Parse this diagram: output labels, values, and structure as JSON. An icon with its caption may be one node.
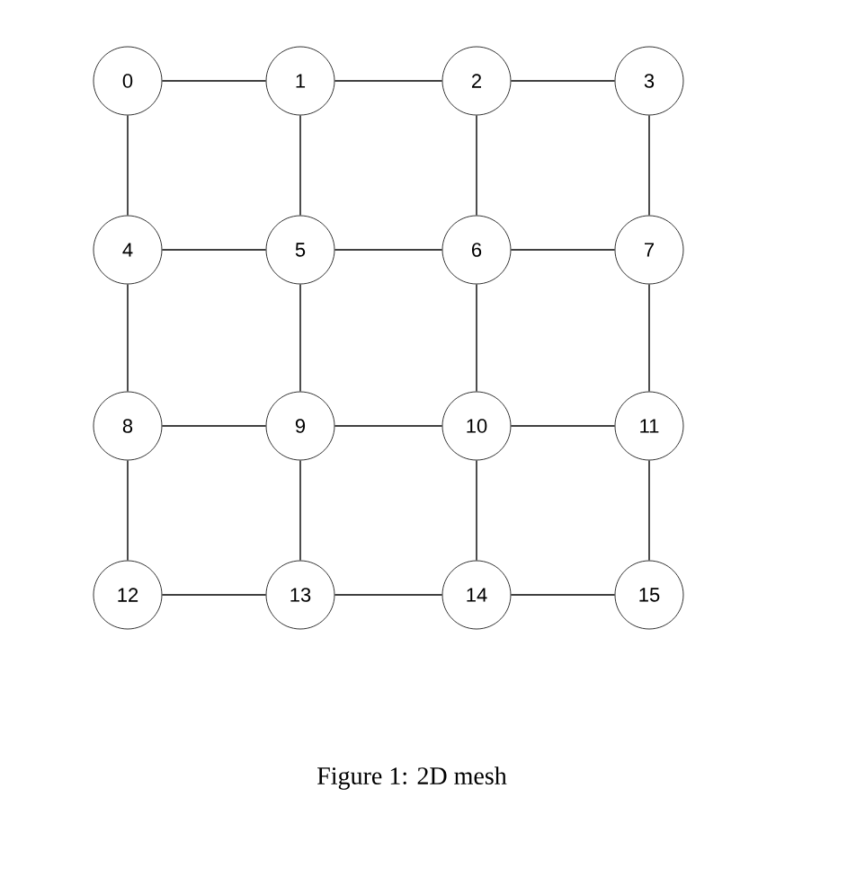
{
  "diagram": {
    "caption": "Figure 1: 2D mesh",
    "nodes": [
      {
        "text": [
          "0"
        ]
      },
      {
        "text": [
          "1"
        ]
      },
      {
        "text": [
          "2"
        ]
      },
      {
        "text": [
          "3"
        ]
      },
      {
        "text": [
          "4"
        ]
      },
      {
        "text": [
          "5"
        ]
      },
      {
        "text": [
          "6"
        ]
      },
      {
        "text": [
          "7"
        ]
      },
      {
        "text": [
          "8"
        ]
      },
      {
        "text": [
          "9"
        ]
      },
      {
        "text": [
          "10"
        ]
      },
      {
        "text": [
          "11"
        ]
      },
      {
        "text": [
          "12"
        ]
      },
      {
        "text": [
          "13"
        ]
      },
      {
        "text": [
          "14"
        ]
      },
      {
        "text": [
          "15"
        ]
      }
    ],
    "edges": [
      {
        "from": 0,
        "to": 1,
        "arrow": "none"
      },
      {
        "from": 1,
        "to": 2,
        "arrow": "none"
      },
      {
        "from": 2,
        "to": 3,
        "arrow": "none"
      },
      {
        "from": 0,
        "to": 4,
        "arrow": "none"
      },
      {
        "from": 1,
        "to": 5,
        "arrow": "none"
      },
      {
        "from": 2,
        "to": 6,
        "arrow": "none"
      },
      {
        "from": 3,
        "to": 7,
        "arrow": "none"
      },
      {
        "from": 4,
        "to": 5,
        "arrow": "none"
      },
      {
        "from": 5,
        "to": 6,
        "arrow": "none"
      },
      {
        "from": 6,
        "to": 7,
        "arrow": "none"
      },
      {
        "from": 4,
        "to": 8,
        "arrow": "none"
      },
      {
        "from": 5,
        "to": 9,
        "arrow": "none"
      },
      {
        "from": 6,
        "to": 10,
        "arrow": "none"
      },
      {
        "from": 7,
        "to": 11,
        "arrow": "none"
      },
      {
        "from": 8,
        "to": 9,
        "arrow": "none"
      },
      {
        "from": 9,
        "to": 10,
        "arrow": "none"
      },
      {
        "from": 10,
        "to": 11,
        "arrow": "none"
      },
      {
        "from": 8,
        "to": 12,
        "arrow": "none"
      },
      {
        "from": 9,
        "to": 13,
        "arrow": "none"
      },
      {
        "from": 10,
        "to": 14,
        "arrow": "none"
      },
      {
        "from": 11,
        "to": 15,
        "arrow": "none"
      },
      {
        "from": 12,
        "to": 13,
        "arrow": "none"
      },
      {
        "from": 13,
        "to": 14,
        "arrow": "none"
      },
      {
        "from": 14,
        "to": 15,
        "arrow": "none"
      }
    ]
  }
}
